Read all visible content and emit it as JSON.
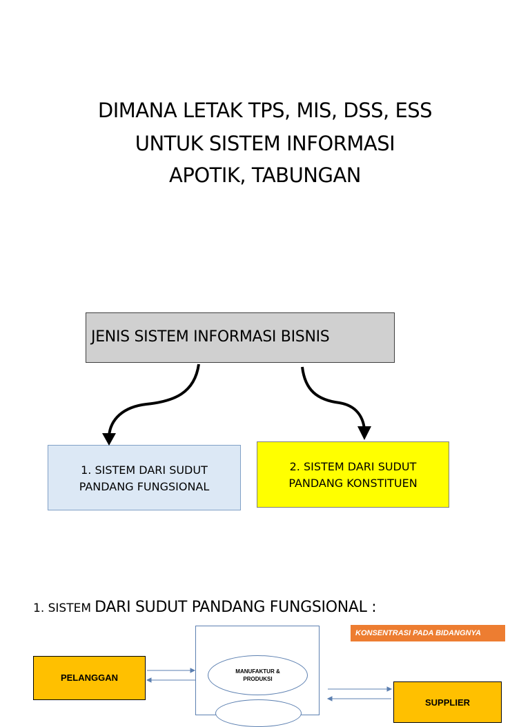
{
  "title": {
    "line1": "DIMANA LETAK TPS, MIS, DSS, ESS",
    "line2": "UNTUK SISTEM INFORMASI",
    "line3": "APOTIK, TABUNGAN"
  },
  "diagram": {
    "main_box": "JENIS SISTEM INFORMASI BISNIS",
    "box_fungsional": {
      "line1": "1. SISTEM DARI SUDUT",
      "line2": "PANDANG FUNGSIONAL"
    },
    "box_konstituen": {
      "line1": "2. SISTEM DARI SUDUT",
      "line2": "PANDANG KONSTITUEN"
    }
  },
  "section": {
    "heading_prefix": "1. SISTEM",
    "heading_rest": "DARI SUDUT PANDANG FUNGSIONAL :",
    "konsentrasi": "KONSENTRASI PADA BIDANGNYA",
    "pelanggan": "PELANGGAN",
    "manufaktur_line1": "MANUFAKTUR &",
    "manufaktur_line2": "PRODUKSI",
    "supplier": "SUPPLIER"
  },
  "colors": {
    "main_box": "#d0d0d0",
    "box_fungsional": "#dce8f5",
    "box_konstituen": "#ffff00",
    "konsentrasi": "#ed7d31",
    "node_fill": "#ffc000"
  }
}
